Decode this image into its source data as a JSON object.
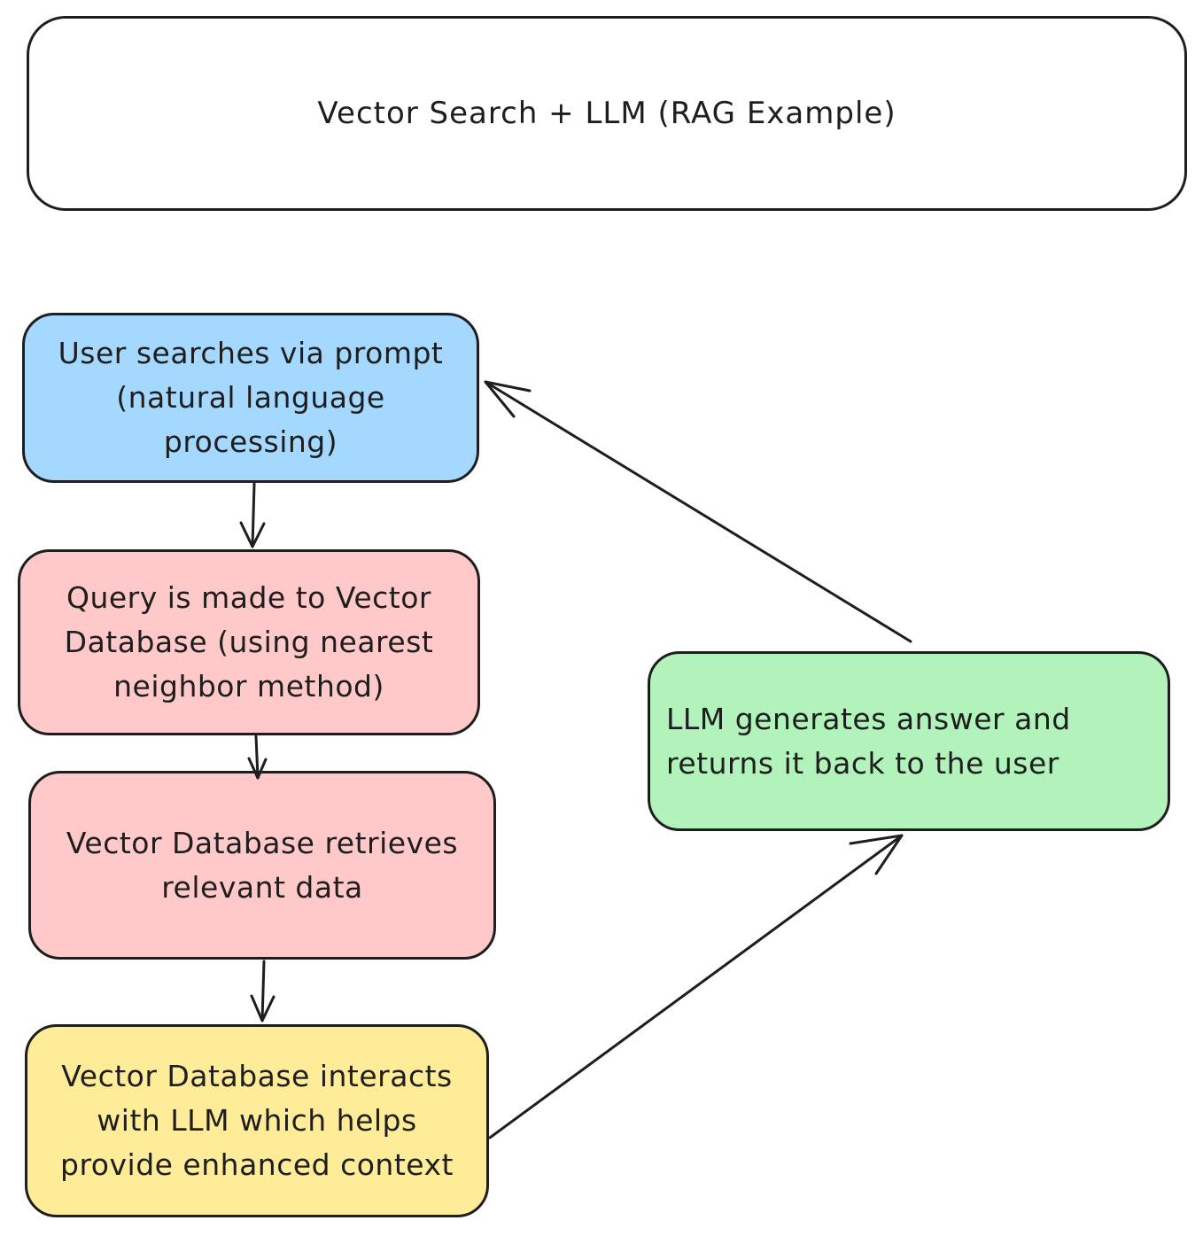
{
  "title": "Vector Search + LLM (RAG Example)",
  "nodes": {
    "user_search": "User searches via prompt (natural language processing)",
    "query": "Query is made to Vector Database (using nearest neighbor method)",
    "retrieve": "Vector Database retrieves relevant data",
    "interact": "Vector Database interacts with LLM which helps provide enhanced context",
    "answer": "LLM generates answer and returns it back to the user"
  },
  "colors": {
    "user_search": "#a5d8ff",
    "query": "#ffc9c9",
    "retrieve": "#ffc9c9",
    "interact": "#ffec99",
    "answer": "#b2f2bb",
    "stroke": "#1e1e1e"
  }
}
